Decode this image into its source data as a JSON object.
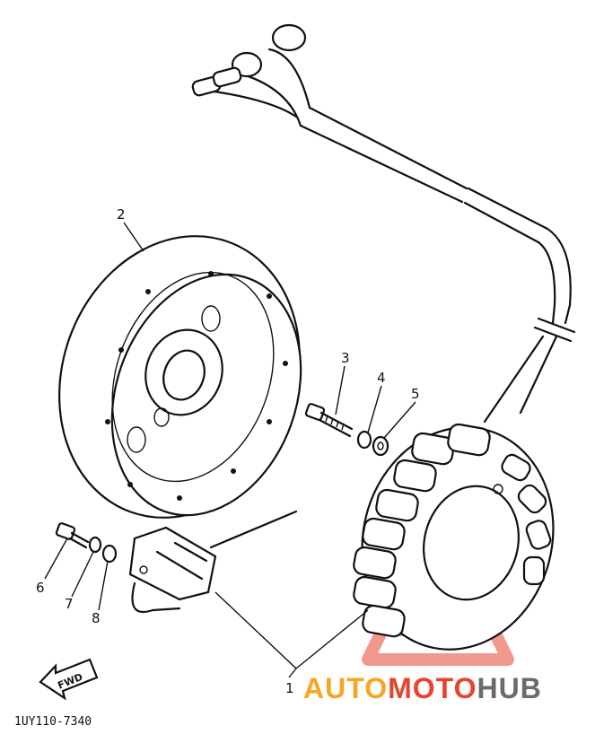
{
  "diagram": {
    "callouts": [
      "1",
      "2",
      "3",
      "4",
      "5",
      "6",
      "7",
      "8"
    ],
    "direction_arrow": "FWD",
    "drawing_code": "1UY110-7340"
  },
  "watermark": {
    "part1": "AUTO",
    "part2": "MOTO",
    "part3": "HUB",
    "color1": "#f5a623",
    "color2": "#e8432e",
    "color3": "#6b6b6b"
  }
}
